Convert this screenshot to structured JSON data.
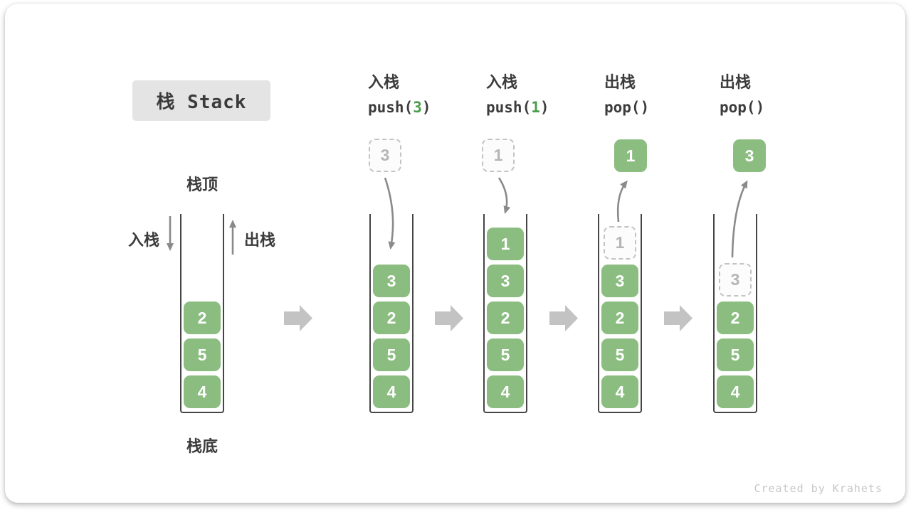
{
  "title": "栈 Stack",
  "watermark": "Created by Krahets",
  "labels": {
    "stack_top": "栈顶",
    "stack_bottom": "栈底",
    "push_side": "入栈",
    "pop_side": "出栈"
  },
  "stacks": [
    {
      "name": "initial",
      "cells": [
        {
          "value": "2",
          "style": "solid"
        },
        {
          "value": "5",
          "style": "solid"
        },
        {
          "value": "4",
          "style": "solid"
        }
      ]
    },
    {
      "name": "after-push-3",
      "op": {
        "label": "入栈",
        "code_pre": "push(",
        "code_arg": "3",
        "code_post": ")"
      },
      "floating": {
        "value": "3",
        "style": "ghost"
      },
      "cells": [
        {
          "value": "3",
          "style": "solid"
        },
        {
          "value": "2",
          "style": "solid"
        },
        {
          "value": "5",
          "style": "solid"
        },
        {
          "value": "4",
          "style": "solid"
        }
      ]
    },
    {
      "name": "after-push-1",
      "op": {
        "label": "入栈",
        "code_pre": "push(",
        "code_arg": "1",
        "code_post": ")"
      },
      "floating": {
        "value": "1",
        "style": "ghost"
      },
      "cells": [
        {
          "value": "1",
          "style": "solid"
        },
        {
          "value": "3",
          "style": "solid"
        },
        {
          "value": "2",
          "style": "solid"
        },
        {
          "value": "5",
          "style": "solid"
        },
        {
          "value": "4",
          "style": "solid"
        }
      ]
    },
    {
      "name": "pop-1",
      "op": {
        "label": "出栈",
        "code_pre": "pop(",
        "code_arg": "",
        "code_post": ")"
      },
      "floating": {
        "value": "1",
        "style": "solid"
      },
      "cells": [
        {
          "value": "1",
          "style": "ghost"
        },
        {
          "value": "3",
          "style": "solid"
        },
        {
          "value": "2",
          "style": "solid"
        },
        {
          "value": "5",
          "style": "solid"
        },
        {
          "value": "4",
          "style": "solid"
        }
      ]
    },
    {
      "name": "pop-3",
      "op": {
        "label": "出栈",
        "code_pre": "pop(",
        "code_arg": "",
        "code_post": ")"
      },
      "floating": {
        "value": "3",
        "style": "solid"
      },
      "cells": [
        {
          "value": "3",
          "style": "ghost"
        },
        {
          "value": "2",
          "style": "solid"
        },
        {
          "value": "5",
          "style": "solid"
        },
        {
          "value": "4",
          "style": "solid"
        }
      ]
    }
  ],
  "icons": {
    "step": "thick-right-block-arrow",
    "push_direction": "straight-down-arrow",
    "pop_direction": "straight-up-arrow",
    "insert": "curved-down-arrow",
    "remove": "curved-up-arrow"
  },
  "colors": {
    "cell_green": "#8bbd81",
    "code_arg_green": "#4a9d4e",
    "arrow_gray": "#8a8a8a",
    "step_arrow_gray": "#c3c3c3",
    "ghost_border_gray": "#c3c3c3",
    "ghost_text_gray": "#b5b5b5",
    "title_badge_bg": "#e4e4e4",
    "text_dark": "#3c3c3c",
    "watermark_gray": "#c7c7c7",
    "container_border": "#454545"
  }
}
